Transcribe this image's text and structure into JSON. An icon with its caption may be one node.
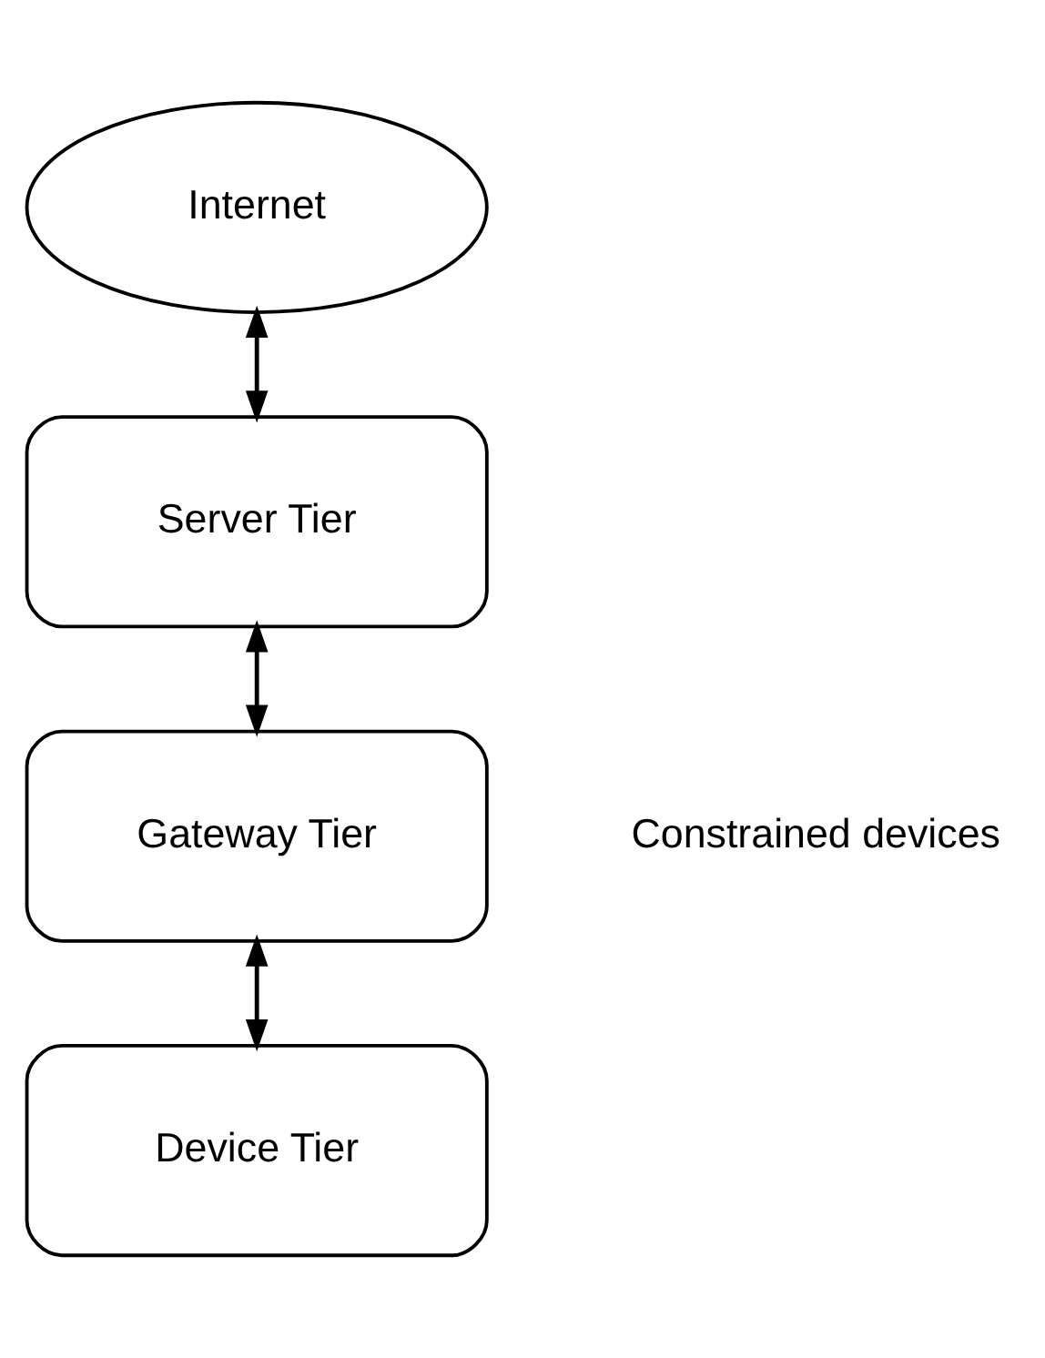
{
  "diagram": {
    "nodes": [
      {
        "text": [
          "Internet"
        ]
      },
      {
        "text": [
          "Server Tier"
        ]
      },
      {
        "text": [
          "Gateway Tier"
        ]
      },
      {
        "text": [
          "Device Tier"
        ]
      }
    ],
    "edges": [
      {
        "from": 0,
        "to": 1,
        "arrow": "both"
      },
      {
        "from": 1,
        "to": 2,
        "arrow": "both"
      },
      {
        "from": 2,
        "to": 3,
        "arrow": "both"
      }
    ],
    "labels": [
      "Constrained devices"
    ]
  }
}
